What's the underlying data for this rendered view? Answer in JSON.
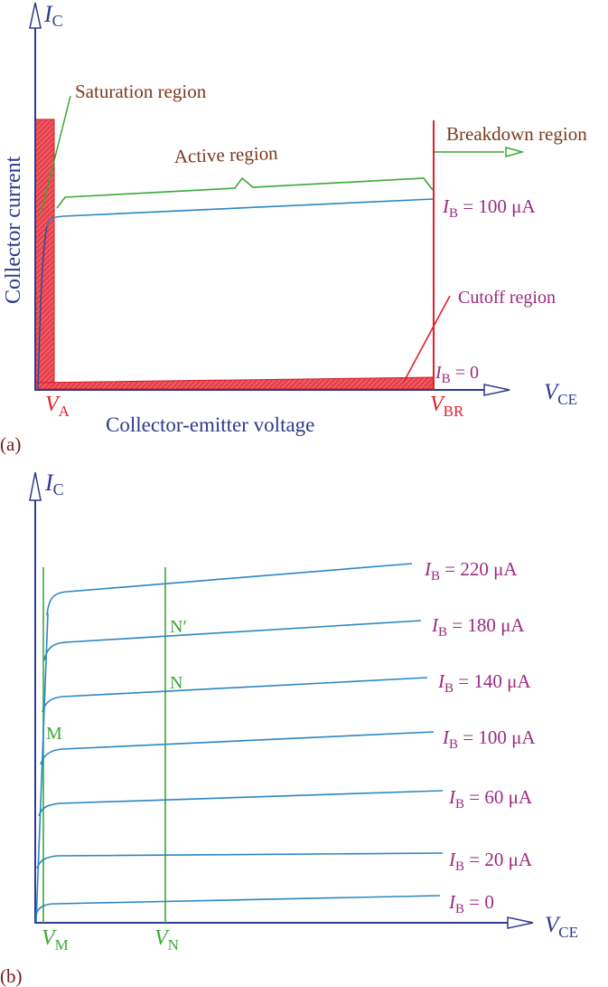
{
  "colors": {
    "axis": "#2e3a8c",
    "curve": "#2a86c4",
    "green": "#3aa935",
    "red": "#e0202a",
    "brown": "#7a3a1e",
    "magenta": "#9b2a7e",
    "caption": "#7a1a1a"
  },
  "panel_a": {
    "caption": "(a)",
    "y_axis": {
      "symbol": "I",
      "sub": "C",
      "title": "Collector current"
    },
    "x_axis": {
      "symbol": "V",
      "sub": "CE",
      "title": "Collector-emitter voltage"
    },
    "markers": [
      {
        "symbol": "V",
        "sub": "A"
      },
      {
        "symbol": "V",
        "sub": "BR"
      }
    ],
    "regions": {
      "saturation": "Saturation region",
      "active": "Active region",
      "breakdown": "Breakdown region",
      "cutoff": "Cutoff region"
    },
    "curves": [
      {
        "symbol": "I",
        "sub": "B",
        "value": " = 100 μA"
      },
      {
        "symbol": "I",
        "sub": "B",
        "value": " = 0"
      }
    ]
  },
  "panel_b": {
    "caption": "(b)",
    "y_axis": {
      "symbol": "I",
      "sub": "C"
    },
    "x_axis": {
      "symbol": "V",
      "sub": "CE"
    },
    "markers": [
      {
        "symbol": "V",
        "sub": "M"
      },
      {
        "symbol": "V",
        "sub": "N"
      }
    ],
    "points": [
      "M",
      "N",
      "N′"
    ],
    "curves": [
      {
        "symbol": "I",
        "sub": "B",
        "value": " = 220 μA"
      },
      {
        "symbol": "I",
        "sub": "B",
        "value": " = 180 μA"
      },
      {
        "symbol": "I",
        "sub": "B",
        "value": " = 140 μA"
      },
      {
        "symbol": "I",
        "sub": "B",
        "value": " = 100 μA"
      },
      {
        "symbol": "I",
        "sub": "B",
        "value": " = 60 μA"
      },
      {
        "symbol": "I",
        "sub": "B",
        "value": " = 20 μA"
      },
      {
        "symbol": "I",
        "sub": "B",
        "value": " = 0"
      }
    ]
  }
}
